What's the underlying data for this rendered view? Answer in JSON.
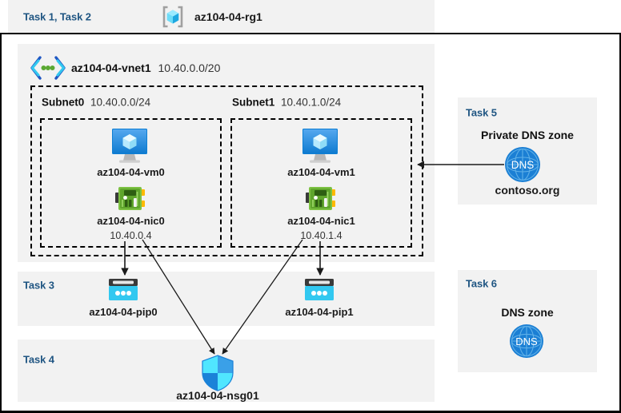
{
  "header": {
    "task_label": "Task 1, Task 2",
    "resource_group_name": "az104-04-rg1",
    "rg_icon": "resource-group-icon"
  },
  "vnet": {
    "icon": "virtual-network-icon",
    "name": "az104-04-vnet1",
    "cidr": "10.40.0.0/20"
  },
  "subnets": [
    {
      "label": "Subnet0",
      "cidr": "10.40.0.0/24",
      "vm": {
        "icon": "virtual-machine-icon",
        "name": "az104-04-vm0"
      },
      "nic": {
        "icon": "network-interface-icon",
        "name": "az104-04-nic0",
        "ip": "10.40.0.4"
      }
    },
    {
      "label": "Subnet1",
      "cidr": "10.40.1.0/24",
      "vm": {
        "icon": "virtual-machine-icon",
        "name": "az104-04-vm1"
      },
      "nic": {
        "icon": "network-interface-icon",
        "name": "az104-04-nic1",
        "ip": "10.40.1.4"
      }
    }
  ],
  "task3": {
    "task_label": "Task 3",
    "public_ips": [
      {
        "icon": "public-ip-address-icon",
        "name": "az104-04-pip0"
      },
      {
        "icon": "public-ip-address-icon",
        "name": "az104-04-pip1"
      }
    ]
  },
  "task4": {
    "task_label": "Task 4",
    "nsg": {
      "icon": "network-security-group-shield-icon",
      "name": "az104-04-nsg01"
    }
  },
  "task5": {
    "task_label": "Task 5",
    "title": "Private DNS zone",
    "icon": "dns-globe-icon",
    "icon_text": "DNS",
    "zone_name": "contoso.org"
  },
  "task6": {
    "task_label": "Task 6",
    "title": "DNS zone",
    "icon": "dns-globe-icon",
    "icon_text": "DNS"
  },
  "colors": {
    "task_text": "#1f5582",
    "panel_bg": "#f2f2f2",
    "page_bg": "#ffffff",
    "frame": "#000000",
    "vm_blue": "#2a8cdf",
    "nic_green": "#6cb22e",
    "nic_yellow": "#ffb900",
    "pip_cyan": "#32c8f0",
    "shield_cyan": "#50e6ff",
    "shield_blue": "#0078d4",
    "dns_blue": "#1b7fd4",
    "connector": "#1a1a1a"
  }
}
